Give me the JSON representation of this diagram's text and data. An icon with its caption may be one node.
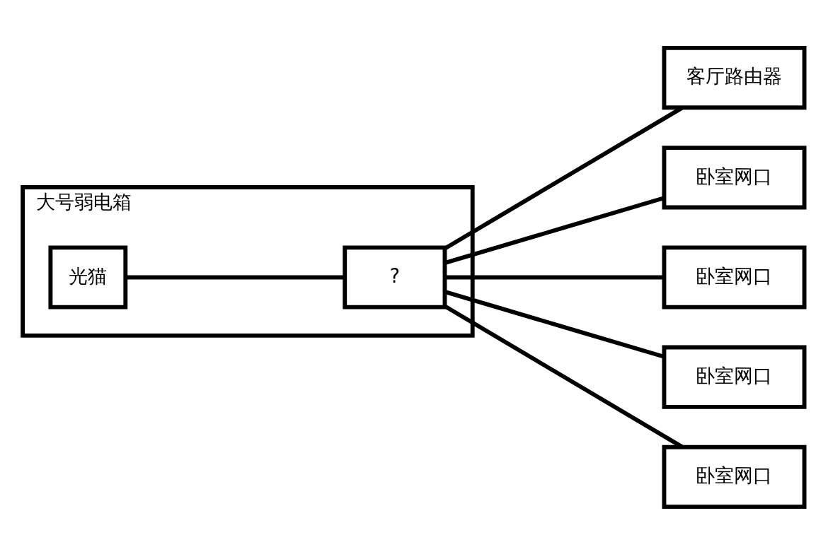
{
  "diagram": {
    "nodes": [
      {
        "text": [
          "大号弱电箱"
        ]
      },
      {
        "text": [
          "光猫"
        ],
        "in": 0
      },
      {
        "text": [
          "?"
        ],
        "in": 0
      },
      {
        "text": [
          "客厅路由器"
        ]
      },
      {
        "text": [
          "卧室网口"
        ]
      },
      {
        "text": [
          "卧室网口"
        ]
      },
      {
        "text": [
          "卧室网口"
        ]
      },
      {
        "text": [
          "卧室网口"
        ]
      }
    ],
    "edges": [
      {
        "from": 1,
        "to": 2,
        "arrow": "none"
      },
      {
        "from": 2,
        "to": 3,
        "arrow": "none"
      },
      {
        "from": 2,
        "to": 4,
        "arrow": "none"
      },
      {
        "from": 2,
        "to": 5,
        "arrow": "none"
      },
      {
        "from": 2,
        "to": 6,
        "arrow": "none"
      },
      {
        "from": 2,
        "to": 7,
        "arrow": "none"
      }
    ]
  }
}
